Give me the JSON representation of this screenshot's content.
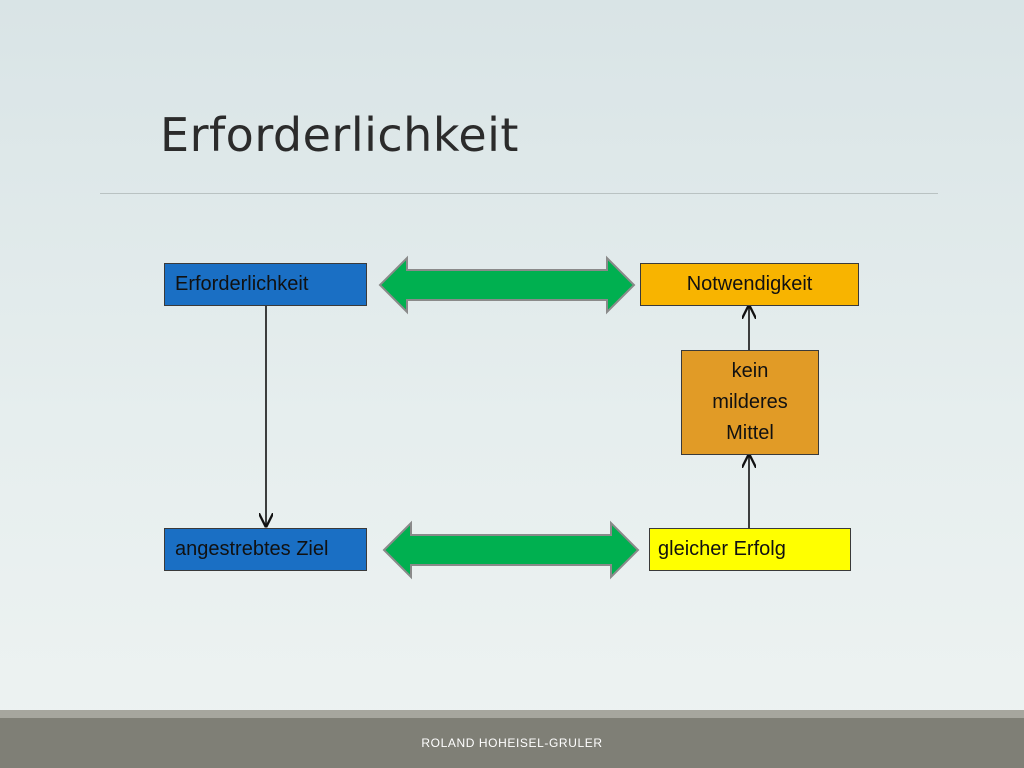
{
  "slide": {
    "title": "Erforderlichkeit",
    "footer": "ROLAND HOHEISEL-GRULER"
  },
  "diagram": {
    "nodes": {
      "erforderlichkeit": "Erforderlichkeit",
      "notwendigkeit": "Notwendigkeit",
      "kein_mildere_line1": "kein",
      "kein_mildere_line2": "milderes",
      "kein_mildere_line3": "Mittel",
      "angestrebtes_ziel": "angestrebtes Ziel",
      "gleicher_erfolg": "gleicher Erfolg"
    },
    "colors": {
      "blue_box": "#1a6fc4",
      "orange_box": "#f8b400",
      "dark_orange_box": "#e19b26",
      "yellow_box": "#ffff00",
      "double_arrow_fill": "#00b050",
      "double_arrow_outline": "#8a8a8a"
    }
  }
}
